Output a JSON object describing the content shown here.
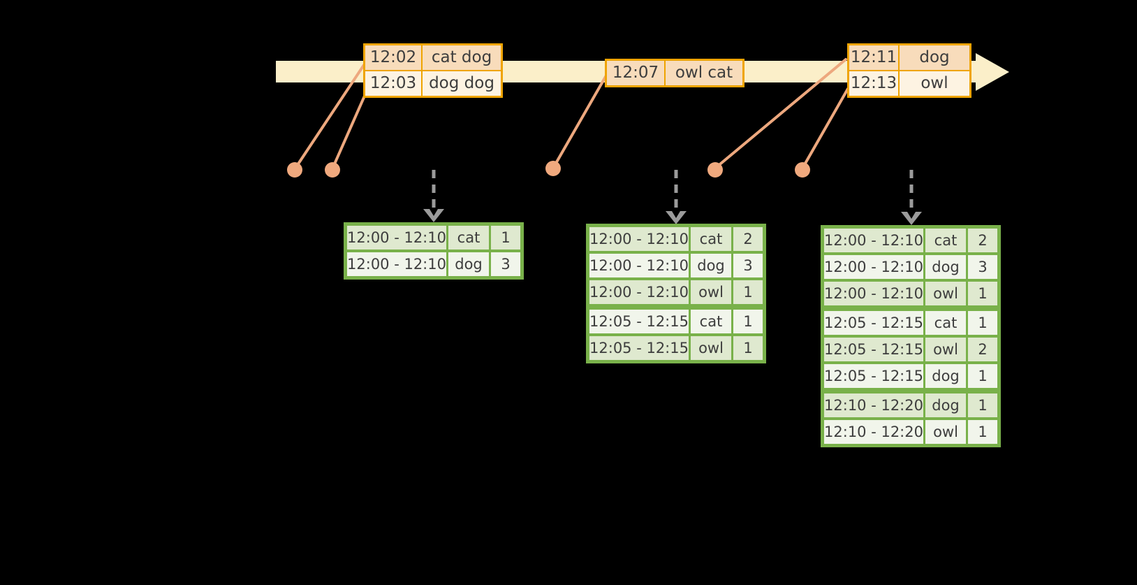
{
  "colors": {
    "background": "#000000",
    "timeline_band": "#fbefc9",
    "event_table_border": "#efa400",
    "event_row_dark": "#f8dcbb",
    "event_row_light": "#fdf3e2",
    "connector_line": "#eda87e",
    "connector_dot": "#f0a97e",
    "trigger_arrow": "#9b9b9b",
    "result_table_border": "#79b14a",
    "result_row_dark": "#dfe9cf",
    "result_row_light": "#f1f5eb",
    "text": "#3d3d3d"
  },
  "input_event_tables": [
    {
      "rows": [
        {
          "time": "12:02",
          "words": "cat dog"
        },
        {
          "time": "12:03",
          "words": "dog dog"
        }
      ]
    },
    {
      "rows": [
        {
          "time": "12:07",
          "words": "owl cat"
        }
      ]
    },
    {
      "rows": [
        {
          "time": "12:11",
          "words": "dog"
        },
        {
          "time": "12:13",
          "words": "owl"
        }
      ]
    }
  ],
  "result_tables": [
    {
      "rows": [
        {
          "window": "12:00 - 12:10",
          "word": "cat",
          "count": "1"
        },
        {
          "window": "12:00 - 12:10",
          "word": "dog",
          "count": "3"
        }
      ]
    },
    {
      "rows": [
        {
          "window": "12:00 - 12:10",
          "word": "cat",
          "count": "2"
        },
        {
          "window": "12:00 - 12:10",
          "word": "dog",
          "count": "3"
        },
        {
          "window": "12:00 - 12:10",
          "word": "owl",
          "count": "1"
        },
        {
          "window": "12:05 - 12:15",
          "word": "cat",
          "count": "1"
        },
        {
          "window": "12:05 - 12:15",
          "word": "owl",
          "count": "1"
        }
      ]
    },
    {
      "rows": [
        {
          "window": "12:00 - 12:10",
          "word": "cat",
          "count": "2"
        },
        {
          "window": "12:00 - 12:10",
          "word": "dog",
          "count": "3"
        },
        {
          "window": "12:00 - 12:10",
          "word": "owl",
          "count": "1"
        },
        {
          "window": "12:05 - 12:15",
          "word": "cat",
          "count": "1"
        },
        {
          "window": "12:05 - 12:15",
          "word": "owl",
          "count": "2"
        },
        {
          "window": "12:05 - 12:15",
          "word": "dog",
          "count": "1"
        },
        {
          "window": "12:10 - 12:20",
          "word": "dog",
          "count": "1"
        },
        {
          "window": "12:10 - 12:20",
          "word": "owl",
          "count": "1"
        }
      ]
    }
  ]
}
